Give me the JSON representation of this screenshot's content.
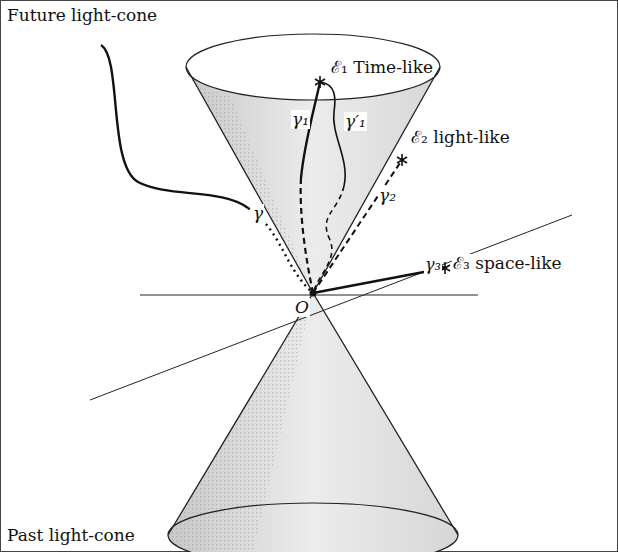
{
  "diagram": {
    "labels": [
      "Future light-cone",
      "ℰ₁ Time-like",
      "γ₁",
      "γ′₁",
      "ℰ₂ light-like",
      "γ",
      "γ₂",
      "O",
      "γ₃",
      "ℰ₃ space-like",
      "Past light-cone"
    ]
  }
}
